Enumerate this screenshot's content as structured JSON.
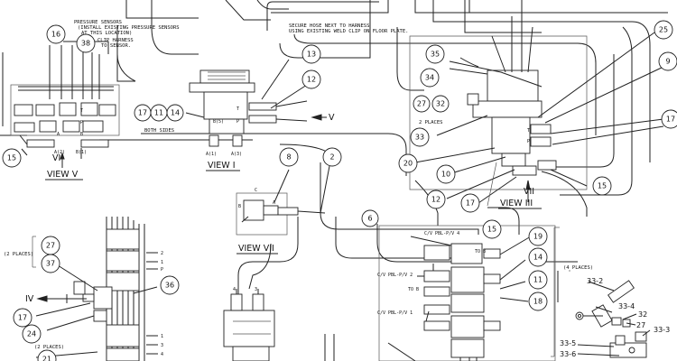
{
  "notes": {
    "pressure_sensors_1": "PRESSURE SENSORS",
    "pressure_sensors_2": "(INSTALL EXISTING PRESSURE SENSORS",
    "pressure_sensors_3": "AT THIS LOCATION)",
    "clip_harness_1": "CLIP HARNESS",
    "clip_harness_2": "TO SENSOR.",
    "secure_hose_1": "SECURE HOSE NEXT TO HARNESS",
    "secure_hose_2": "USING EXISTING WELD CLIP ON FLOOR PLATE.",
    "both_sides": "BOTH SIDES",
    "two_places": "2 PLACES",
    "two_places_paren": "(2 PLACES)",
    "four_places_paren": "(4 PLACES)"
  },
  "views": {
    "view_v": "VIEW V",
    "view_i": "VIEW I",
    "view_iii": "VIEW III",
    "view_vii": "VIEW VII"
  },
  "markers": {
    "vi": "VI",
    "v": "V",
    "vii": "VII",
    "iv": "IV"
  },
  "port_labels": {
    "t": "T",
    "p": "P",
    "a": "A",
    "b": "B",
    "c": "C",
    "one": "1",
    "two": "2",
    "three": "3",
    "four": "4",
    "b_5": "B(5)",
    "a_2": "A(2)",
    "b_1": "B(1)",
    "a_1": "A(1)",
    "a_3": "A(3)"
  },
  "valve_labels": {
    "cv_pbl_4": "C/V PBL-P/V 4",
    "cv_pbl_2": "C/V PBL-P/V 2",
    "cv_pbl_1": "C/V PBL-P/V 1",
    "to_b_1": "TO B",
    "to_b_2": "TO B"
  },
  "callouts": {
    "c16": "16",
    "c38": "38",
    "c13": "13",
    "c12a": "12",
    "c17a": "17",
    "c11a": "11",
    "c14a": "14",
    "c15a": "15",
    "c35": "35",
    "c34": "34",
    "c27a": "27",
    "c32a": "32",
    "c33": "33",
    "c25": "25",
    "c9": "9",
    "c17b": "17",
    "c20": "20",
    "c10": "10",
    "c12b": "12",
    "c17c": "17",
    "c15b": "15",
    "c8": "8",
    "c2": "2",
    "c6": "6",
    "c15c": "15",
    "c19": "19",
    "c14b": "14",
    "c11b": "11",
    "c18": "18",
    "c27b": "27",
    "c37": "37",
    "c36": "36",
    "c17d": "17",
    "c24": "24",
    "c21": "21"
  },
  "part_numbers": {
    "p33_2": "33-2",
    "p33_4": "33-4",
    "p32": "32",
    "p27": "27",
    "p33_3": "33-3",
    "p33_5": "33-5",
    "p33_6": "33-6"
  }
}
